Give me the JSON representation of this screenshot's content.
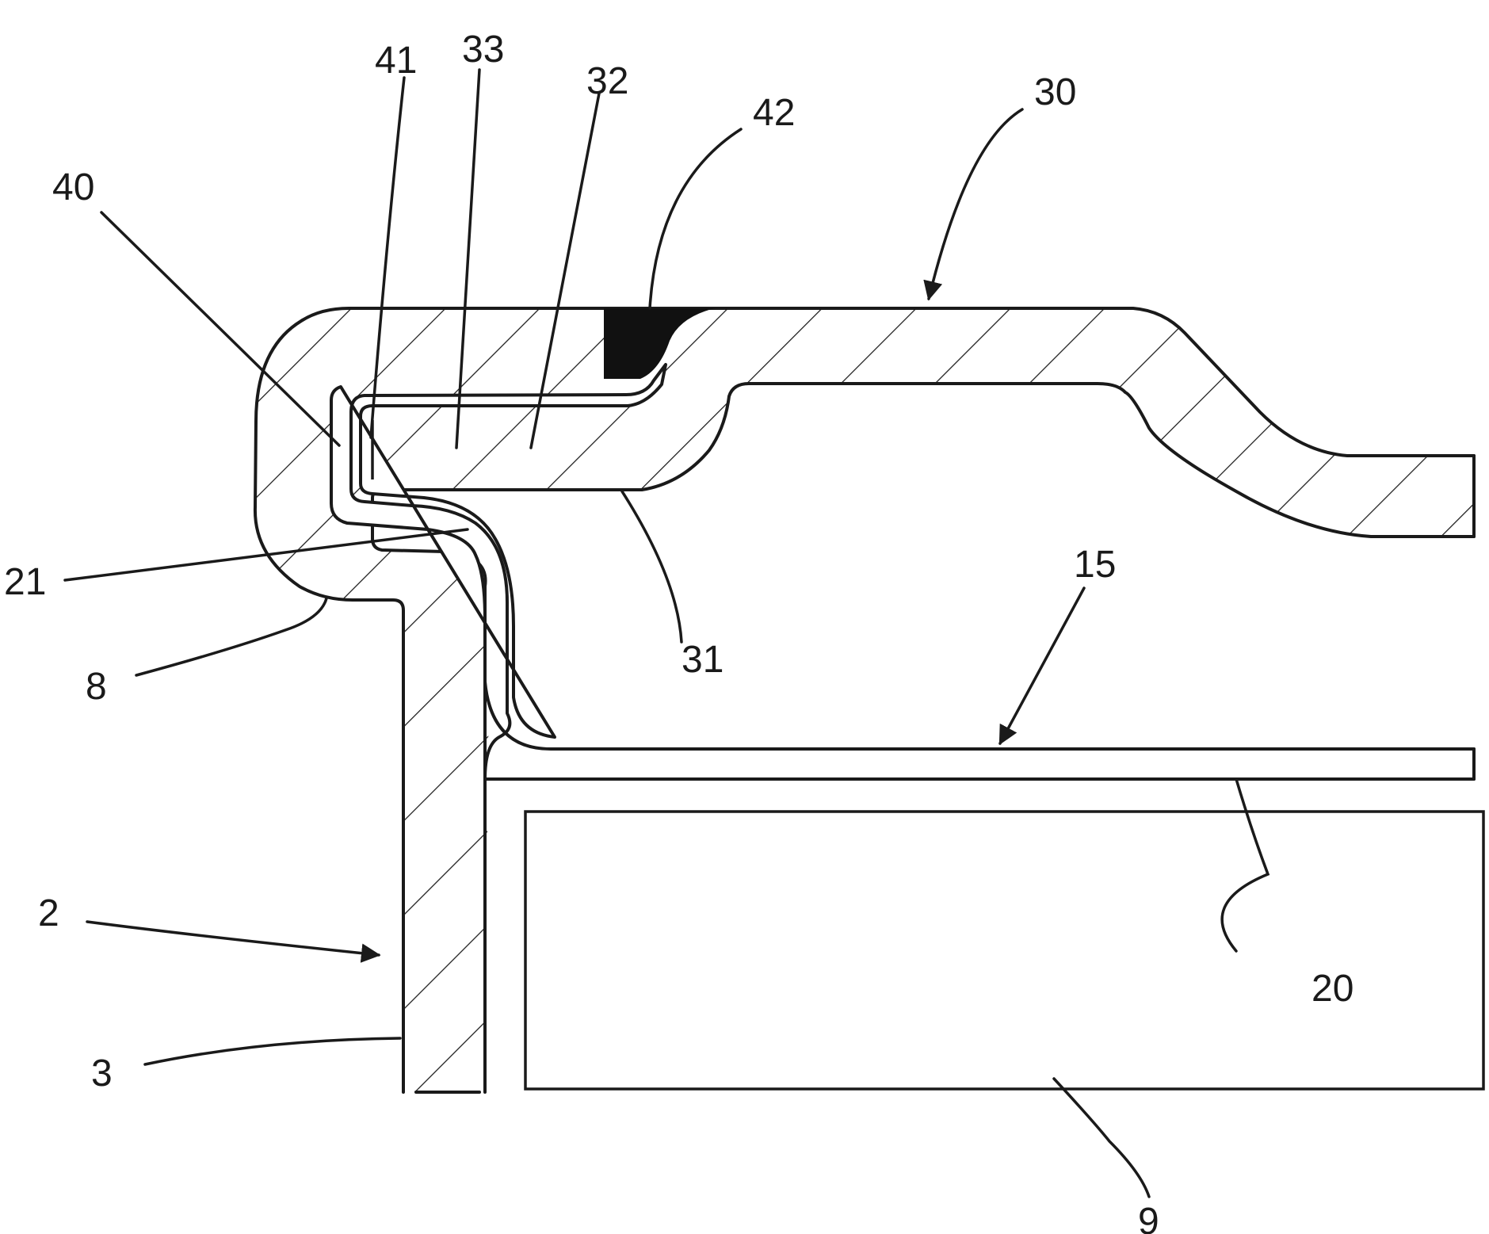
{
  "figure": {
    "labels": {
      "l2": "2",
      "l3": "3",
      "l8": "8",
      "l9": "9",
      "l15": "15",
      "l20": "20",
      "l21": "21",
      "l30": "30",
      "l31": "31",
      "l32": "32",
      "l33": "33",
      "l40": "40",
      "l41": "41",
      "l42": "42"
    }
  }
}
